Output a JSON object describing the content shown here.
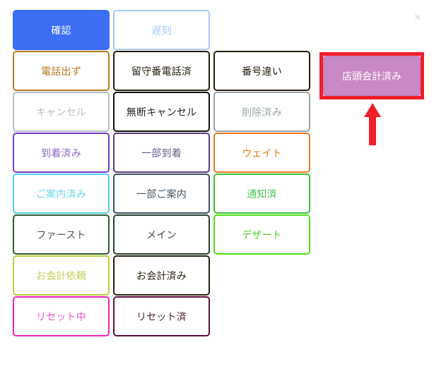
{
  "dialog": {
    "close_label": "×",
    "close_icon": "close-icon",
    "background": "#ffffff"
  },
  "annotation": {
    "color": "#f01e28",
    "arrow_icon": "arrow-up-icon",
    "target_label": "店頭会計済み",
    "target_fill": "#c989c4",
    "target_text_color": "#ffffff"
  },
  "grid": {
    "rows": [
      [
        {
          "label": "確認",
          "border": "#3b6ef3",
          "text": "#ffffff",
          "fill": "#3b6ef3",
          "name": "status-button-confirm"
        },
        {
          "label": "遅刻",
          "border": "#a9c8f5",
          "text": "#a9c8f5",
          "fill": "#ffffff",
          "name": "status-button-late"
        },
        {
          "label": "",
          "border": "",
          "text": "",
          "fill": "",
          "name": "empty-cell",
          "empty": true
        }
      ],
      [
        {
          "label": "電話出ず",
          "border": "#b8791f",
          "text": "#b8791f",
          "fill": "#ffffff",
          "name": "status-button-no-answer"
        },
        {
          "label": "留守番電話済",
          "border": "#241c0e",
          "text": "#241c0e",
          "fill": "#ffffff",
          "name": "status-button-voicemail-left"
        },
        {
          "label": "番号違い",
          "border": "#241c0e",
          "text": "#241c0e",
          "fill": "#ffffff",
          "name": "status-button-wrong-number"
        }
      ],
      [
        {
          "label": "キャンセル",
          "border": "#b5c0c5",
          "text": "#b5c0c5",
          "fill": "#ffffff",
          "name": "status-button-cancel"
        },
        {
          "label": "無断キャンセル",
          "border": "#111111",
          "text": "#222222",
          "fill": "#ffffff",
          "name": "status-button-no-show"
        },
        {
          "label": "削除済み",
          "border": "#9aa5ab",
          "text": "#9aa5ab",
          "fill": "#ffffff",
          "name": "status-button-deleted"
        }
      ],
      [
        {
          "label": "到着済み",
          "border": "#7b38c9",
          "text": "#8a6bc0",
          "fill": "#ffffff",
          "name": "status-button-arrived"
        },
        {
          "label": "一部到着",
          "border": "#5b3c80",
          "text": "#6a5a86",
          "fill": "#ffffff",
          "name": "status-button-partially-arrived"
        },
        {
          "label": "ウェイト",
          "border": "#f07818",
          "text": "#f07818",
          "fill": "#ffffff",
          "name": "status-button-wait"
        }
      ],
      [
        {
          "label": "ご案内済み",
          "border": "#4dd0e8",
          "text": "#6fd6e8",
          "fill": "#ffffff",
          "name": "status-button-seated"
        },
        {
          "label": "一部ご案内",
          "border": "#3a5360",
          "text": "#44545f",
          "fill": "#ffffff",
          "name": "status-button-partially-seated"
        },
        {
          "label": "通知済",
          "border": "#3ac23a",
          "text": "#4abf53",
          "fill": "#ffffff",
          "name": "status-button-notified"
        }
      ],
      [
        {
          "label": "ファースト",
          "border": "#2f5c2f",
          "text": "#4a5c4a",
          "fill": "#ffffff",
          "name": "status-button-first-course"
        },
        {
          "label": "メイン",
          "border": "#26402f",
          "text": "#3d4a42",
          "fill": "#ffffff",
          "name": "status-button-main-course"
        },
        {
          "label": "デザート",
          "border": "#4ee014",
          "text": "#4ccf2a",
          "fill": "#ffffff",
          "name": "status-button-dessert"
        }
      ],
      [
        {
          "label": "お会計依頼",
          "border": "#bccc3a",
          "text": "#c3cc55",
          "fill": "#ffffff",
          "name": "status-button-bill-requested"
        },
        {
          "label": "お会計済み",
          "border": "#2b2010",
          "text": "#2b2414",
          "fill": "#ffffff",
          "name": "status-button-bill-paid"
        },
        {
          "label": "",
          "border": "",
          "text": "",
          "fill": "",
          "name": "empty-cell",
          "empty": true
        }
      ],
      [
        {
          "label": "リセット中",
          "border": "#f020c0",
          "text": "#e85ad0",
          "fill": "#ffffff",
          "name": "status-button-resetting"
        },
        {
          "label": "リセット済",
          "border": "#5a1040",
          "text": "#4a2038",
          "fill": "#ffffff",
          "name": "status-button-reset-done"
        },
        {
          "label": "",
          "border": "",
          "text": "",
          "fill": "",
          "name": "empty-cell",
          "empty": true
        }
      ]
    ]
  }
}
